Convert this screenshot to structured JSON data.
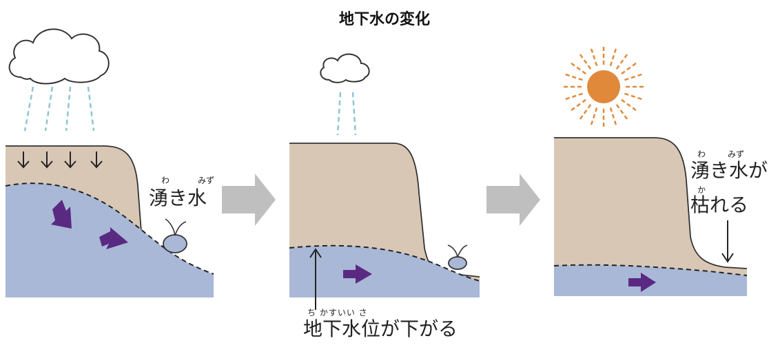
{
  "title": "地下水の変化",
  "panel1": {
    "spring_label": "湧き水",
    "ruby_wa": "わ",
    "ruby_mizu": "みず"
  },
  "panel2": {
    "water_level_label": "地下水位が下がる",
    "ruby": "ち  かすいい     さ"
  },
  "panel3": {
    "spring_line1": "湧き水が",
    "spring_line2": "枯れる",
    "ruby_wa": "わ",
    "ruby_mizu": "みず",
    "ruby_ka": "か"
  },
  "colors": {
    "ground": "#d9c7b6",
    "groundwater": "#a9b8d6",
    "rain": "#8fc3d6",
    "flow_arrow": "#5a2a82",
    "big_arrow": "#bfbfbf",
    "sun": "#e0893a"
  }
}
